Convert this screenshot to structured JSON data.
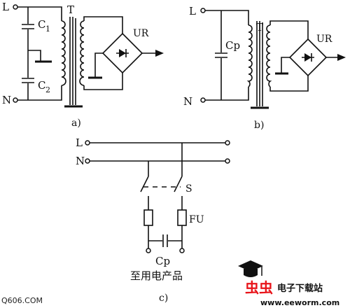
{
  "diagram_a": {
    "label_L": "L",
    "label_N": "N",
    "label_C1": "C",
    "label_C1_sub": "1",
    "label_C2": "C",
    "label_C2_sub": "2",
    "label_T": "T",
    "label_UR": "UR",
    "caption": "a)"
  },
  "diagram_b": {
    "label_L": "L",
    "label_N": "N",
    "label_Cp": "Cp",
    "label_T": "T",
    "label_UR": "UR",
    "caption": "b)"
  },
  "diagram_c": {
    "label_L": "L",
    "label_N": "N",
    "label_S": "S",
    "label_FU": "FU",
    "label_Cp": "Cp",
    "label_product": "至用电产品",
    "caption": "c)"
  },
  "watermark_left": "Q606.COM",
  "watermark_right_cn": "虫虫",
  "watermark_right_text": "电子下载站",
  "watermark_right_url": "www.eeworm.com",
  "colors": {
    "line": "#111111",
    "watermark_red": "#e8141a"
  }
}
